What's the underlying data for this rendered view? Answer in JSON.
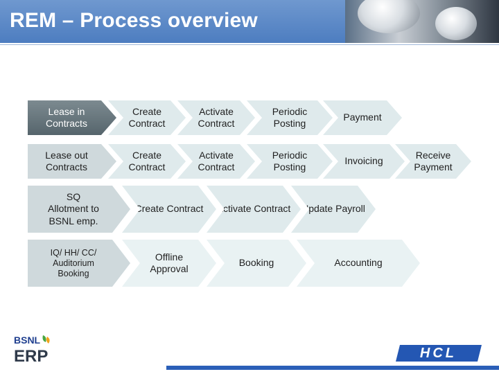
{
  "header": {
    "title": "REM – Process overview"
  },
  "rows": {
    "lease_in": {
      "label": "Lease in Contracts",
      "steps": [
        "Create Contract",
        "Activate Contract",
        "Periodic Posting",
        "Payment"
      ]
    },
    "lease_out": {
      "label": "Lease out Contracts",
      "steps": [
        "Create Contract",
        "Activate Contract",
        "Periodic Posting",
        "Invoicing",
        "Receive Payment"
      ]
    },
    "sq": {
      "label": "SQ Allotment to BSNL emp.",
      "steps": [
        "Create Contract",
        "Activate Contract",
        "Update Payroll"
      ]
    },
    "iq": {
      "label": "IQ/ HH/ CC/ Auditorium Booking",
      "steps": [
        "Offline Approval",
        "Booking",
        "Accounting"
      ]
    }
  },
  "logos": {
    "bsnl": "BSNL",
    "erp": "ERP",
    "hcl": "HCL"
  },
  "colors": {
    "header": "#5b87c5",
    "label_chevron": "#67767c",
    "step_chevron": "#dfeaec",
    "footer_bar": "#2b5fb8"
  }
}
